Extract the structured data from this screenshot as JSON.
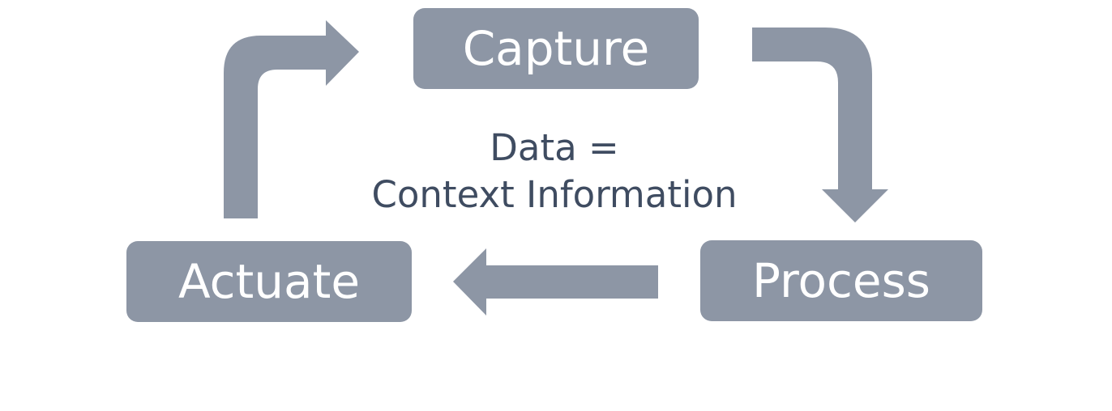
{
  "diagram": {
    "nodes": {
      "capture": "Capture",
      "process": "Process",
      "actuate": "Actuate"
    },
    "center": {
      "line1": "Data =",
      "line2": "Context Information"
    },
    "colors": {
      "node_fill": "#8d96a5",
      "node_text": "#ffffff",
      "arrow_fill": "#8d96a5",
      "center_text": "#3f4c61",
      "background": "#ffffff"
    }
  }
}
